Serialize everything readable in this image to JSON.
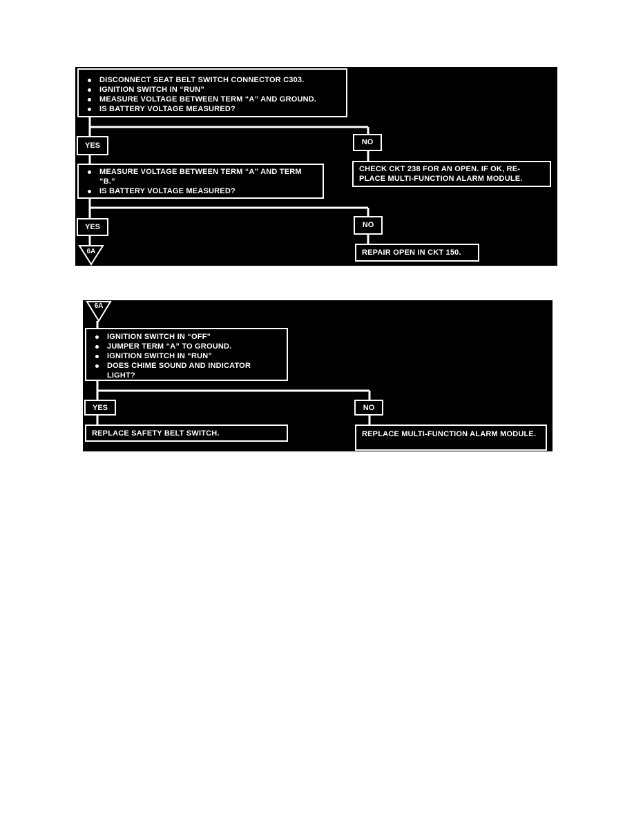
{
  "panel1": {
    "box1": {
      "items": [
        "DISCONNECT SEAT BELT SWITCH CONNECTOR  C303.",
        "IGNITION SWITCH IN “RUN”",
        "MEASURE VOLTAGE BETWEEN TERM “A” AND GROUND.",
        "IS BATTERY VOLTAGE MEASURED?"
      ]
    },
    "yes1": "YES",
    "no1": "NO",
    "box2": {
      "items": [
        "MEASURE VOLTAGE BETWEEN TERM “A” AND TERM “B.”",
        "IS BATTERY VOLTAGE MEASURED?"
      ]
    },
    "no1_result": "CHECK CKT 238 FOR AN OPEN. IF OK, RE-PLACE MULTI-FUNCTION ALARM MODULE.",
    "yes2": "YES",
    "no2": "NO",
    "connector": "6A",
    "no2_result": "REPAIR OPEN IN CKT 150."
  },
  "panel2": {
    "connector": "6A",
    "box1": {
      "items": [
        "IGNITION SWITCH IN “OFF”",
        "JUMPER TERM “A” TO GROUND.",
        "IGNITION SWITCH IN “RUN”",
        "DOES CHIME SOUND AND INDICATOR LIGHT?"
      ]
    },
    "yes": "YES",
    "no": "NO",
    "yes_result": "REPLACE SAFETY BELT SWITCH.",
    "no_result": "REPLACE MULTI-FUNCTION ALARM MODULE."
  }
}
